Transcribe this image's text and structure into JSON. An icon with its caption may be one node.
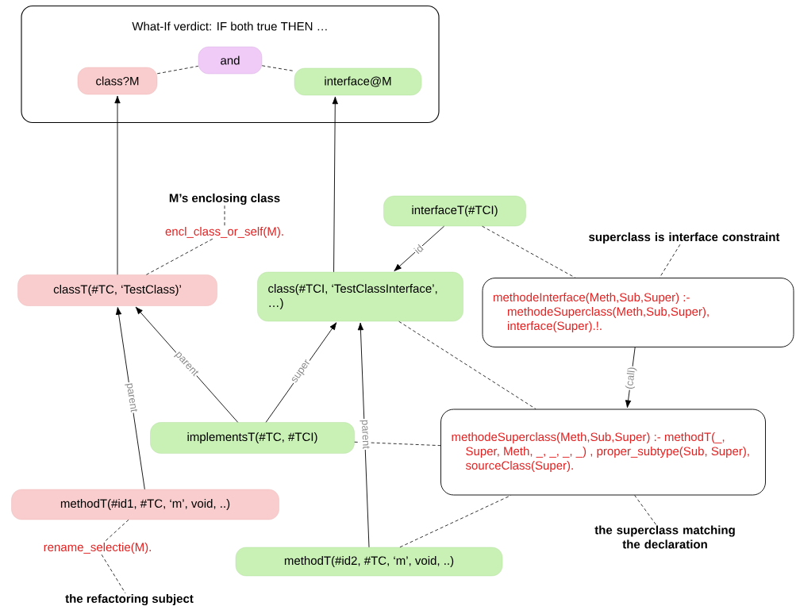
{
  "diagram": {
    "nodes": [
      {
        "text": [
          "What-If verdict: IF both true THEN …"
        ]
      },
      {
        "text": [
          "class?M"
        ],
        "in": 0
      },
      {
        "text": [
          "and"
        ],
        "in": 0
      },
      {
        "text": [
          "interface@M"
        ],
        "in": 0
      },
      {
        "text": [
          "classT(#TC, ‘TestClass)’"
        ]
      },
      {
        "text": [
          "class(#TCI, ‘TestClassInterface’, …)"
        ]
      },
      {
        "text": [
          "interfaceT(#TCI)"
        ]
      },
      {
        "text": [
          "methodeInterface(Meth,Sub,Super) :- methodeSuperclass(Meth,Sub,Super), interface(Super).!."
        ]
      },
      {
        "text": [
          "implementsT(#TC, #TCI)"
        ]
      },
      {
        "text": [
          "methodeSuperclass(Meth,Sub,Super) :- methodT(_, Super, Meth, _, _, _, _) , proper_subtype(Sub, Super), sourceClass(Super)."
        ]
      },
      {
        "text": [
          "methodT(#id1, #TC, ‘m’, void, ..)"
        ]
      },
      {
        "text": [
          "methodT(#id2, #TC, ‘m’, void, ..)"
        ]
      },
      {
        "text": [
          "M’s enclosing class"
        ]
      },
      {
        "text": [
          "encl_class_or_self(M)."
        ]
      },
      {
        "text": [
          "superclass is interface constraint"
        ]
      },
      {
        "text": [
          "the superclass matching the declaration"
        ]
      },
      {
        "text": [
          "rename_selectie(M)."
        ]
      },
      {
        "text": [
          "the refactoring subject"
        ]
      }
    ],
    "edges": [
      {
        "from": 1,
        "to": 2,
        "arrow": "none",
        "style": "dashed"
      },
      {
        "from": 2,
        "to": 3,
        "arrow": "none",
        "style": "dashed"
      },
      {
        "from": 4,
        "to": 1,
        "arrow": "to"
      },
      {
        "from": 5,
        "to": 3,
        "arrow": "to"
      },
      {
        "from": 6,
        "to": 5,
        "arrow": "to",
        "label": "id"
      },
      {
        "from": 8,
        "to": 4,
        "arrow": "to",
        "label": "parent"
      },
      {
        "from": 8,
        "to": 5,
        "arrow": "to",
        "label": "super"
      },
      {
        "from": 10,
        "to": 4,
        "arrow": "to",
        "label": "parent"
      },
      {
        "from": 11,
        "to": 5,
        "arrow": "to",
        "label": "parent"
      },
      {
        "from": 7,
        "to": 9,
        "arrow": "to",
        "label": "(call)"
      },
      {
        "from": 6,
        "to": 7,
        "arrow": "none",
        "style": "dashed"
      },
      {
        "from": 5,
        "to": 9,
        "arrow": "none",
        "style": "dashed"
      },
      {
        "from": 8,
        "to": 9,
        "arrow": "none",
        "style": "dashed"
      },
      {
        "from": 11,
        "to": 9,
        "arrow": "none",
        "style": "dashed"
      },
      {
        "from": 12,
        "to": 13,
        "arrow": "none",
        "style": "dashed"
      },
      {
        "from": 13,
        "to": 4,
        "arrow": "none",
        "style": "dashed"
      },
      {
        "from": 14,
        "to": 7,
        "arrow": "none",
        "style": "dashed"
      },
      {
        "from": 15,
        "to": 9,
        "arrow": "none",
        "style": "dashed"
      },
      {
        "from": 10,
        "to": 16,
        "arrow": "none",
        "style": "dashed"
      },
      {
        "from": 16,
        "to": 17,
        "arrow": "none",
        "style": "dashed"
      }
    ]
  }
}
